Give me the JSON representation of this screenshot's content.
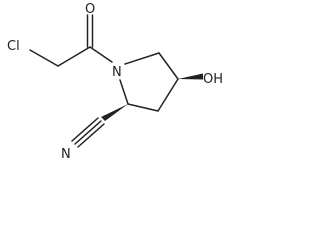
{
  "molecule": {
    "atoms": {
      "oxygen_carbonyl": "O",
      "chlorine": "Cl",
      "nitrogen_ring": "N",
      "hydroxyl": "OH",
      "nitrogen_nitrile": "N"
    },
    "colors": {
      "bond": "#222222",
      "label": "#222222",
      "background": "#ffffff"
    }
  }
}
